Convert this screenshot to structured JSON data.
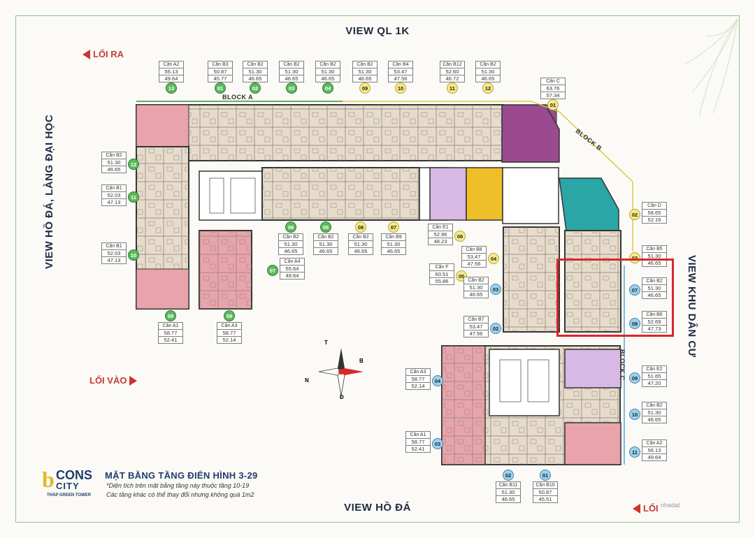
{
  "views": {
    "top": "VIEW QL 1K",
    "bottom": "VIEW HỒ ĐÁ",
    "left": "VIEW HỒ ĐÁ, LÀNG ĐẠI HỌC",
    "right": "VIEW KHU DÂN CƯ"
  },
  "exits": {
    "out_top": "LỐI RA",
    "in_left": "LỐI VÀO",
    "out_bottom": "LỐI"
  },
  "blocks": {
    "a": "BLOCK A",
    "b": "BLOCK B",
    "c": "BLOCK C"
  },
  "compass": {
    "n": "N",
    "s": "Đ",
    "e": "B",
    "t": "T"
  },
  "logo": {
    "b": "b",
    "cons": "CONS",
    "city": "CITY",
    "sub": "THÁP GREEN TOWER"
  },
  "title": "MẶT BẰNG TẦNG ĐIỂN HÌNH 3-29",
  "notes": [
    "*Diện tích trên mặt bằng tầng này thuộc tầng 10-19",
    "Các tầng khác có thể thay đổi nhưng không quá 1m2"
  ],
  "watermark": "nhadat",
  "colors": {
    "pink": "#e8a4aa",
    "beige": "#e7dccb",
    "purple": "#9b4a8f",
    "teal": "#2aa6a6",
    "yellow": "#efbf2a",
    "lavender": "#d8b8e4",
    "green": "#5cb85c",
    "red": "#d9262b"
  },
  "apartments": [
    {
      "name": "Căn A2",
      "a": "56.13",
      "b": "49.64",
      "num": "13"
    },
    {
      "name": "Căn B3",
      "a": "50.87",
      "b": "45.77",
      "num": "01"
    },
    {
      "name": "Căn B2",
      "a": "51.30",
      "b": "46.65",
      "num": "02"
    },
    {
      "name": "Căn B2",
      "a": "51.30",
      "b": "46.65",
      "num": "03"
    },
    {
      "name": "Căn B2",
      "a": "51.30",
      "b": "46.65",
      "num": "04"
    },
    {
      "name": "Căn B2",
      "a": "51.30",
      "b": "46.65",
      "num": "09"
    },
    {
      "name": "Căn B4",
      "a": "53.47",
      "b": "47.56",
      "num": "10"
    },
    {
      "name": "Căn B12",
      "a": "52.60",
      "b": "46.72",
      "num": "11"
    },
    {
      "name": "Căn B2",
      "a": "51.30",
      "b": "46.65",
      "num": "12"
    },
    {
      "name": "Căn C",
      "a": "63.76",
      "b": "57.34",
      "num": "01"
    },
    {
      "name": "Căn B2",
      "a": "51.30",
      "b": "46.65",
      "num": "12"
    },
    {
      "name": "Căn B1",
      "a": "52.03",
      "b": "47.13",
      "num": "11"
    },
    {
      "name": "Căn B1",
      "a": "52.03",
      "b": "47.13",
      "num": "10"
    },
    {
      "name": "Căn A4",
      "a": "55.64",
      "b": "49.64",
      "num": "07"
    },
    {
      "name": "Căn A1",
      "a": "58.77",
      "b": "52.41",
      "num": "09"
    },
    {
      "name": "Căn A3",
      "a": "58.77",
      "b": "52.14",
      "num": "08"
    },
    {
      "name": "Căn B2",
      "a": "51.30",
      "b": "46.65",
      "num": "06"
    },
    {
      "name": "Căn B2",
      "a": "51.30",
      "b": "46.65",
      "num": "05"
    },
    {
      "name": "Căn B2",
      "a": "51.30",
      "b": "46.65",
      "num": "08"
    },
    {
      "name": "Căn B9",
      "a": "51.30",
      "b": "46.65",
      "num": "07"
    },
    {
      "name": "Căn E1",
      "a": "52.96",
      "b": "48.23",
      "num": "06"
    },
    {
      "name": "Căn B8",
      "a": "53.47",
      "b": "47.56",
      "num": "04"
    },
    {
      "name": "Căn F",
      "a": "60.51",
      "b": "55.86",
      "num": "05"
    },
    {
      "name": "Căn B2",
      "a": "51.30",
      "b": "46.65",
      "num": "03"
    },
    {
      "name": "Căn B7",
      "a": "53.47",
      "b": "47.56",
      "num": "02"
    },
    {
      "name": "Căn D",
      "a": "58.65",
      "b": "52.16",
      "num": "02"
    },
    {
      "name": "Căn B5",
      "a": "51.30",
      "b": "46.65",
      "num": "03"
    },
    {
      "name": "Căn B2",
      "a": "51.30",
      "b": "46.65",
      "num": "07"
    },
    {
      "name": "Căn B6",
      "a": "52.69",
      "b": "47.73",
      "num": "08"
    },
    {
      "name": "Căn E2",
      "a": "51.65",
      "b": "47.20",
      "num": "09"
    },
    {
      "name": "Căn B2",
      "a": "51.30",
      "b": "46.65",
      "num": "10"
    },
    {
      "name": "Căn A2",
      "a": "56.13",
      "b": "49.64",
      "num": "11"
    },
    {
      "name": "Căn A3",
      "a": "58.77",
      "b": "52.14",
      "num": "04"
    },
    {
      "name": "Căn A1",
      "a": "58.77",
      "b": "52.41",
      "num": "03"
    },
    {
      "name": "Căn B11",
      "a": "51.30",
      "b": "46.65",
      "num": "02"
    },
    {
      "name": "Căn B10",
      "a": "50.87",
      "b": "45.51",
      "num": "01"
    }
  ]
}
